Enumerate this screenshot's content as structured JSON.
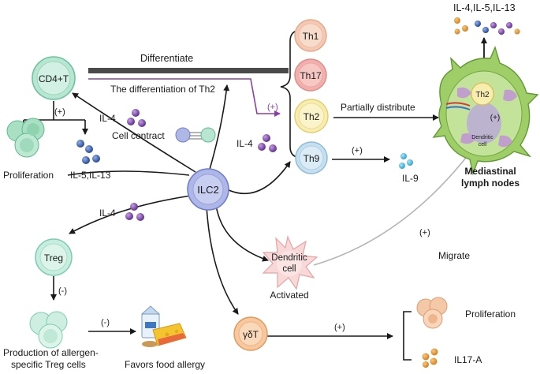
{
  "nodes": {
    "cd4t": "CD4+T",
    "ilc2": "ILC2",
    "treg": "Treg",
    "gdt": "γδT",
    "th1": "Th1",
    "th17": "Th17",
    "th2": "Th2",
    "th9": "Th9",
    "dendritic_line1": "Dendritic",
    "dendritic_line2": "cell",
    "ln_th2": "Th2",
    "ln_plus": "(+)",
    "ln_dendritic_line1": "Dendritic",
    "ln_dendritic_line2": "cell"
  },
  "labels": {
    "differentiate": "Differentiate",
    "diff_th2": "The differentiation of Th2",
    "plus_th2": "(+)",
    "partially": "Partially distribute",
    "plus_il9": "(+)",
    "il9": "IL-9",
    "il_top": "IL-4,IL-5,IL-13",
    "mediastinal_line1": "Mediastinal",
    "mediastinal_line2": "lymph nodes",
    "plus_cd4": "(+)",
    "proliferation_left": "Proliferation",
    "il5_13": "IL-5,IL-13",
    "il4_upper": "IL-4",
    "cell_contract": "Cell contract",
    "il4_mid": "IL-4",
    "il4_lower": "IL-4",
    "minus_treg": "(-)",
    "production_line1": "Production of allergen-",
    "production_line2": "specific Treg cells",
    "minus_food": "(-)",
    "favors": "Favors food allergy",
    "activated": "Activated",
    "plus_migrate": "(+)",
    "migrate": "Migrate",
    "plus_gdt": "(+)",
    "proliferation_right": "Proliferation",
    "il17a": "IL17-A"
  },
  "colors": {
    "th1": "#f4c9b4",
    "th17": "#f2b0ad",
    "th2": "#f8edb0",
    "th9": "#c6e0ef",
    "ilc2": "#aeb7e6",
    "cd4t": "#b8e6d2",
    "treg": "#c8ecdf",
    "gdt": "#f7c89e",
    "purple_line": "#8a3fa6",
    "dendritic": "#f8d9d9",
    "lymph_green": "#7bb544"
  }
}
